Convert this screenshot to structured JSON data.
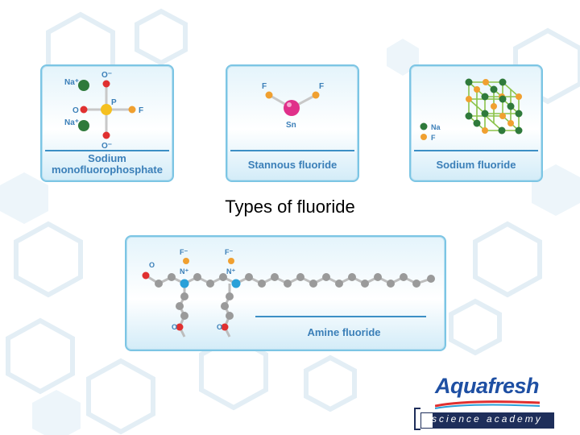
{
  "slide": {
    "title": "Types of fluoride"
  },
  "cards": {
    "sodium_mfp": {
      "label_line1": "Sodium",
      "label_line2": "monofluorophosphate",
      "atoms": {
        "na_top": "Na⁺",
        "na_bottom": "Na⁺",
        "o_top": "O⁻",
        "o_left": "O",
        "o_bottom": "O⁻",
        "p": "P",
        "f": "F"
      }
    },
    "stannous": {
      "label": "Stannous fluoride",
      "atoms": {
        "f_left": "F",
        "f_right": "F",
        "sn": "Sn"
      }
    },
    "sodium_fluoride": {
      "label": "Sodium fluoride",
      "legend": {
        "na": "Na",
        "f": "F"
      }
    },
    "amine": {
      "label": "Amine fluoride",
      "atoms": {
        "f1": "F⁻",
        "f2": "F⁻",
        "n1": "N⁺",
        "n2": "N⁺",
        "o_left": "O",
        "o_low1": "O",
        "o_low2": "O"
      }
    }
  },
  "brand": {
    "name": "Aquafresh",
    "tagline": "science academy"
  },
  "colors": {
    "card_border": "#7cc5e4",
    "label_blue": "#3b7fb8",
    "sodium_green": "#2f7a3b",
    "fluorine_orange": "#f0a030",
    "oxygen_red": "#e03030",
    "tin_magenta": "#e0308a",
    "carbon_grey": "#9a9a9a",
    "nitrogen_blue": "#2aa0d8",
    "brand_blue": "#1e4fa3",
    "brand_navy": "#1e2e5a"
  }
}
